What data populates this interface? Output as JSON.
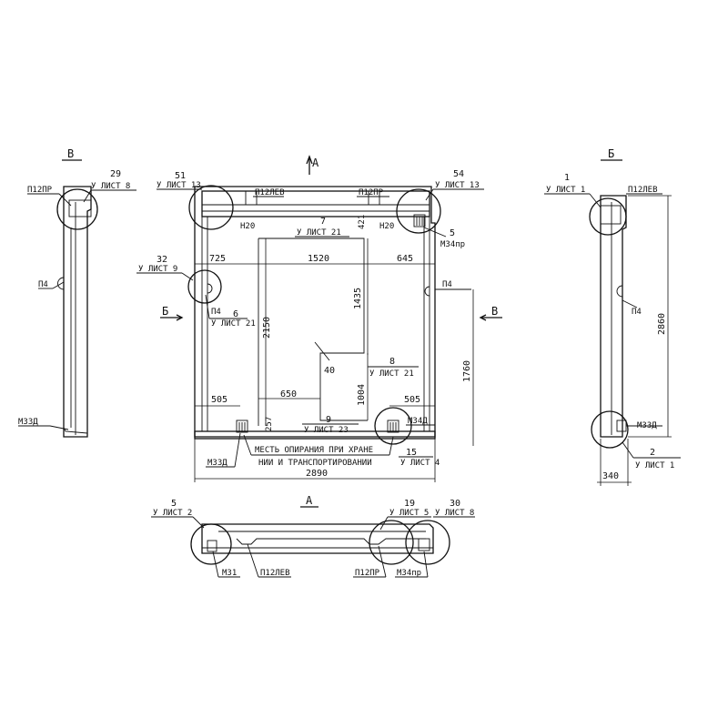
{
  "views": {
    "view_v_letter": "В",
    "view_b_letter": "Б",
    "view_a_letter": "А",
    "section_arrow_a": "А",
    "section_arrow_b_left": "Б",
    "section_arrow_b_right": "В"
  },
  "left_view": {
    "n29": "29",
    "ulist8": "У ЛИСТ 8",
    "p12pr": "П12ПР",
    "p4": "П4",
    "m33d": "М33Д"
  },
  "main_view": {
    "n51": "51",
    "ulist13_left": "У ЛИСТ 13",
    "p12lev": "П12ЛЕВ",
    "p12pr": "П12ПР",
    "n54": "54",
    "ulist13_right": "У ЛИСТ 13",
    "n5": "5",
    "m34pr": "М34пр",
    "h20_left": "Н20",
    "h20_right": "Н20",
    "n7": "7",
    "ulist21_top": "У ЛИСТ 21",
    "d421": "421",
    "n32": "32",
    "ulist9": "У ЛИСТ 9",
    "d725": "725",
    "d1520": "1520",
    "d645": "645",
    "p4_right": "П4",
    "p4_left": "П4",
    "n6": "6",
    "ulist21_mid": "У ЛИСТ 21",
    "d2150": "2150",
    "d1435": "1435",
    "d1760": "1760",
    "n8": "8",
    "ulist21_low": "У ЛИСТ 21",
    "n40": "40",
    "d505_left": "505",
    "d505_right": "505",
    "d650": "650",
    "d1004": "1004",
    "d257": "257",
    "n9": "9",
    "ulist23": "У ЛИСТ 23",
    "m34d": "М34Д",
    "note": "МЕСТЬ ОПИРАНИЯ ПРИ ХРАНЕ НИИ И ТРАНСПОРТИРОВАНИИ",
    "note_l1": "МЕСТЬ ОПИРАНИЯ ПРИ ХРАНЕ",
    "note_l2": "НИИ И ТРАНСПОРТИРОВАНИИ",
    "n15": "15",
    "ulist4": "У ЛИСТ 4",
    "m33d": "М33Д",
    "d2890": "2890"
  },
  "right_view": {
    "n1": "1",
    "ulist1_top": "У ЛИСТ 1",
    "p12lev": "П12ЛЕВ",
    "p4": "П4",
    "d2860": "2860",
    "m33d": "М33Д",
    "n2": "2",
    "ulist1_bottom": "У ЛИСТ 1",
    "d340": "340"
  },
  "bottom_view": {
    "n5": "5",
    "ulist2": "У ЛИСТ 2",
    "n19": "19",
    "ulist5": "У ЛИСТ 5",
    "n30": "30",
    "ulist8": "У ЛИСТ 8",
    "m31": "М31",
    "p12lev": "П12ЛЕВ",
    "p12pr": "П12ПР",
    "m34pr": "М34пр"
  }
}
